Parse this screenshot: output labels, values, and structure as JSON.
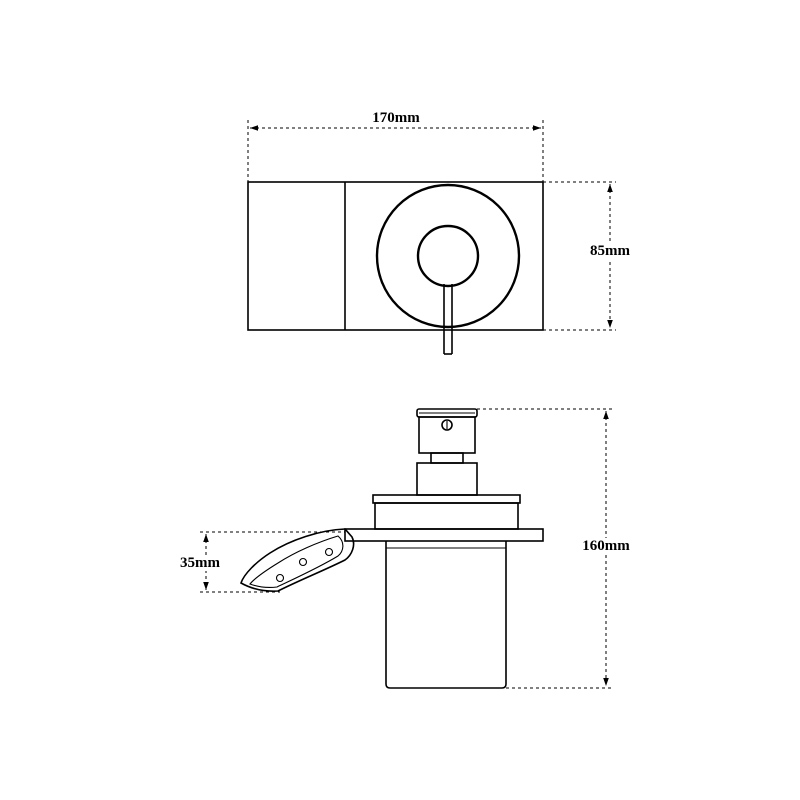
{
  "dimensions": {
    "width_label": "170mm",
    "depth_label": "85mm",
    "height_label": "160mm",
    "bracket_label": "35mm"
  }
}
